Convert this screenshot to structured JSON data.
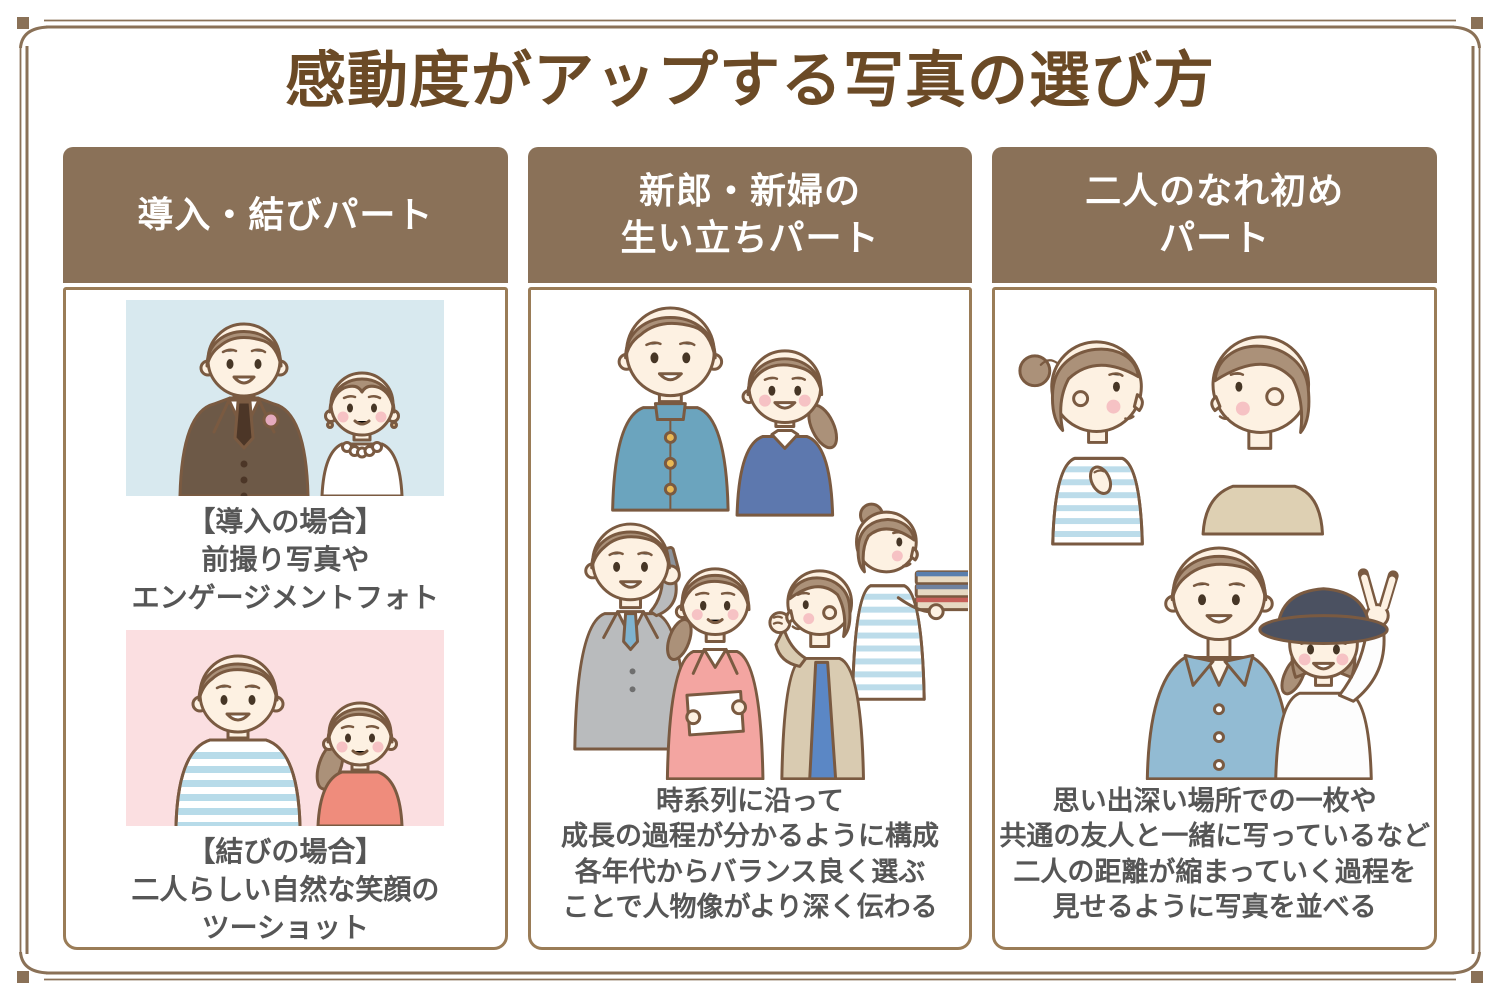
{
  "page": {
    "title": "感動度がアップする写真の選び方"
  },
  "colors": {
    "frame": "#8a7157",
    "header_bg": "#8a7158",
    "panel_border": "#9a7c57",
    "title_text": "#6b4a26",
    "caption_text": "#565656",
    "photo_bg_blue": "#d8e9ef",
    "photo_bg_pink": "#fbdfe1"
  },
  "columns": [
    {
      "header_lines": [
        "導入・結びパート"
      ],
      "blocks": [
        {
          "lines": [
            "【導入の場合】",
            "前撮り写真や",
            "エンゲージメントフォト"
          ]
        },
        {
          "lines": [
            "【結びの場合】",
            "二人らしい自然な笑顔の",
            "ツーショット"
          ]
        }
      ]
    },
    {
      "header_lines": [
        "新郎・新婦の",
        "生い立ちパート"
      ],
      "caption_lines": [
        "時系列に沿って",
        "成長の過程が分かるように構成",
        "各年代からバランス良く選ぶ",
        "ことで人物像がより深く伝わる"
      ]
    },
    {
      "header_lines": [
        "二人のなれ初め",
        "パート"
      ],
      "caption_lines": [
        "思い出深い場所での一枚や",
        "共通の友人と一緒に写っているなど",
        "二人の距離が縮まっていく過程を",
        "見せるように写真を並べる"
      ]
    }
  ]
}
